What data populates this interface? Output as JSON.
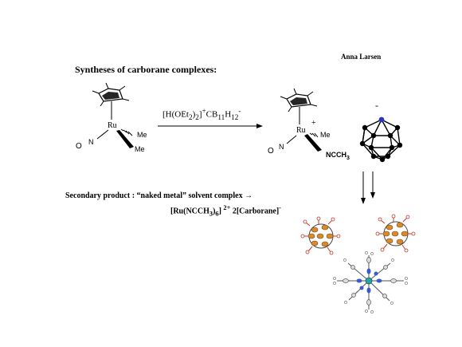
{
  "author": "Anna Larsen",
  "heading": "Syntheses of carborane complexes:",
  "reagent": {
    "prefix": "[H(OEt",
    "sub1": "2",
    "mid1": ")",
    "sub2": "2",
    "mid2": "]",
    "sup1": "+",
    "anion": "CB",
    "sub3": "11",
    "h": "H",
    "sub4": "12",
    "sup2": "-"
  },
  "reactant": {
    "metal": "Ru",
    "no_n": "N",
    "no_o": "O",
    "me1": "Me",
    "me2": "Me"
  },
  "product": {
    "metal": "Ru",
    "charge": "+",
    "me": "Me",
    "no_n": "N",
    "no_o": "O",
    "ligand": "NCCH",
    "ligand_sub": "3",
    "anion_charge": "-"
  },
  "secondary": {
    "text": "Secondary product : “naked metal” solvent complex",
    "arrow": "→",
    "formula_a": "[Ru(NCCH",
    "formula_sub1": "3",
    "formula_b": ")",
    "formula_sub2": "6",
    "formula_c": "]",
    "formula_sup": "2+",
    "formula_d": " 2[Carborane]",
    "formula_sup2": "-"
  }
}
